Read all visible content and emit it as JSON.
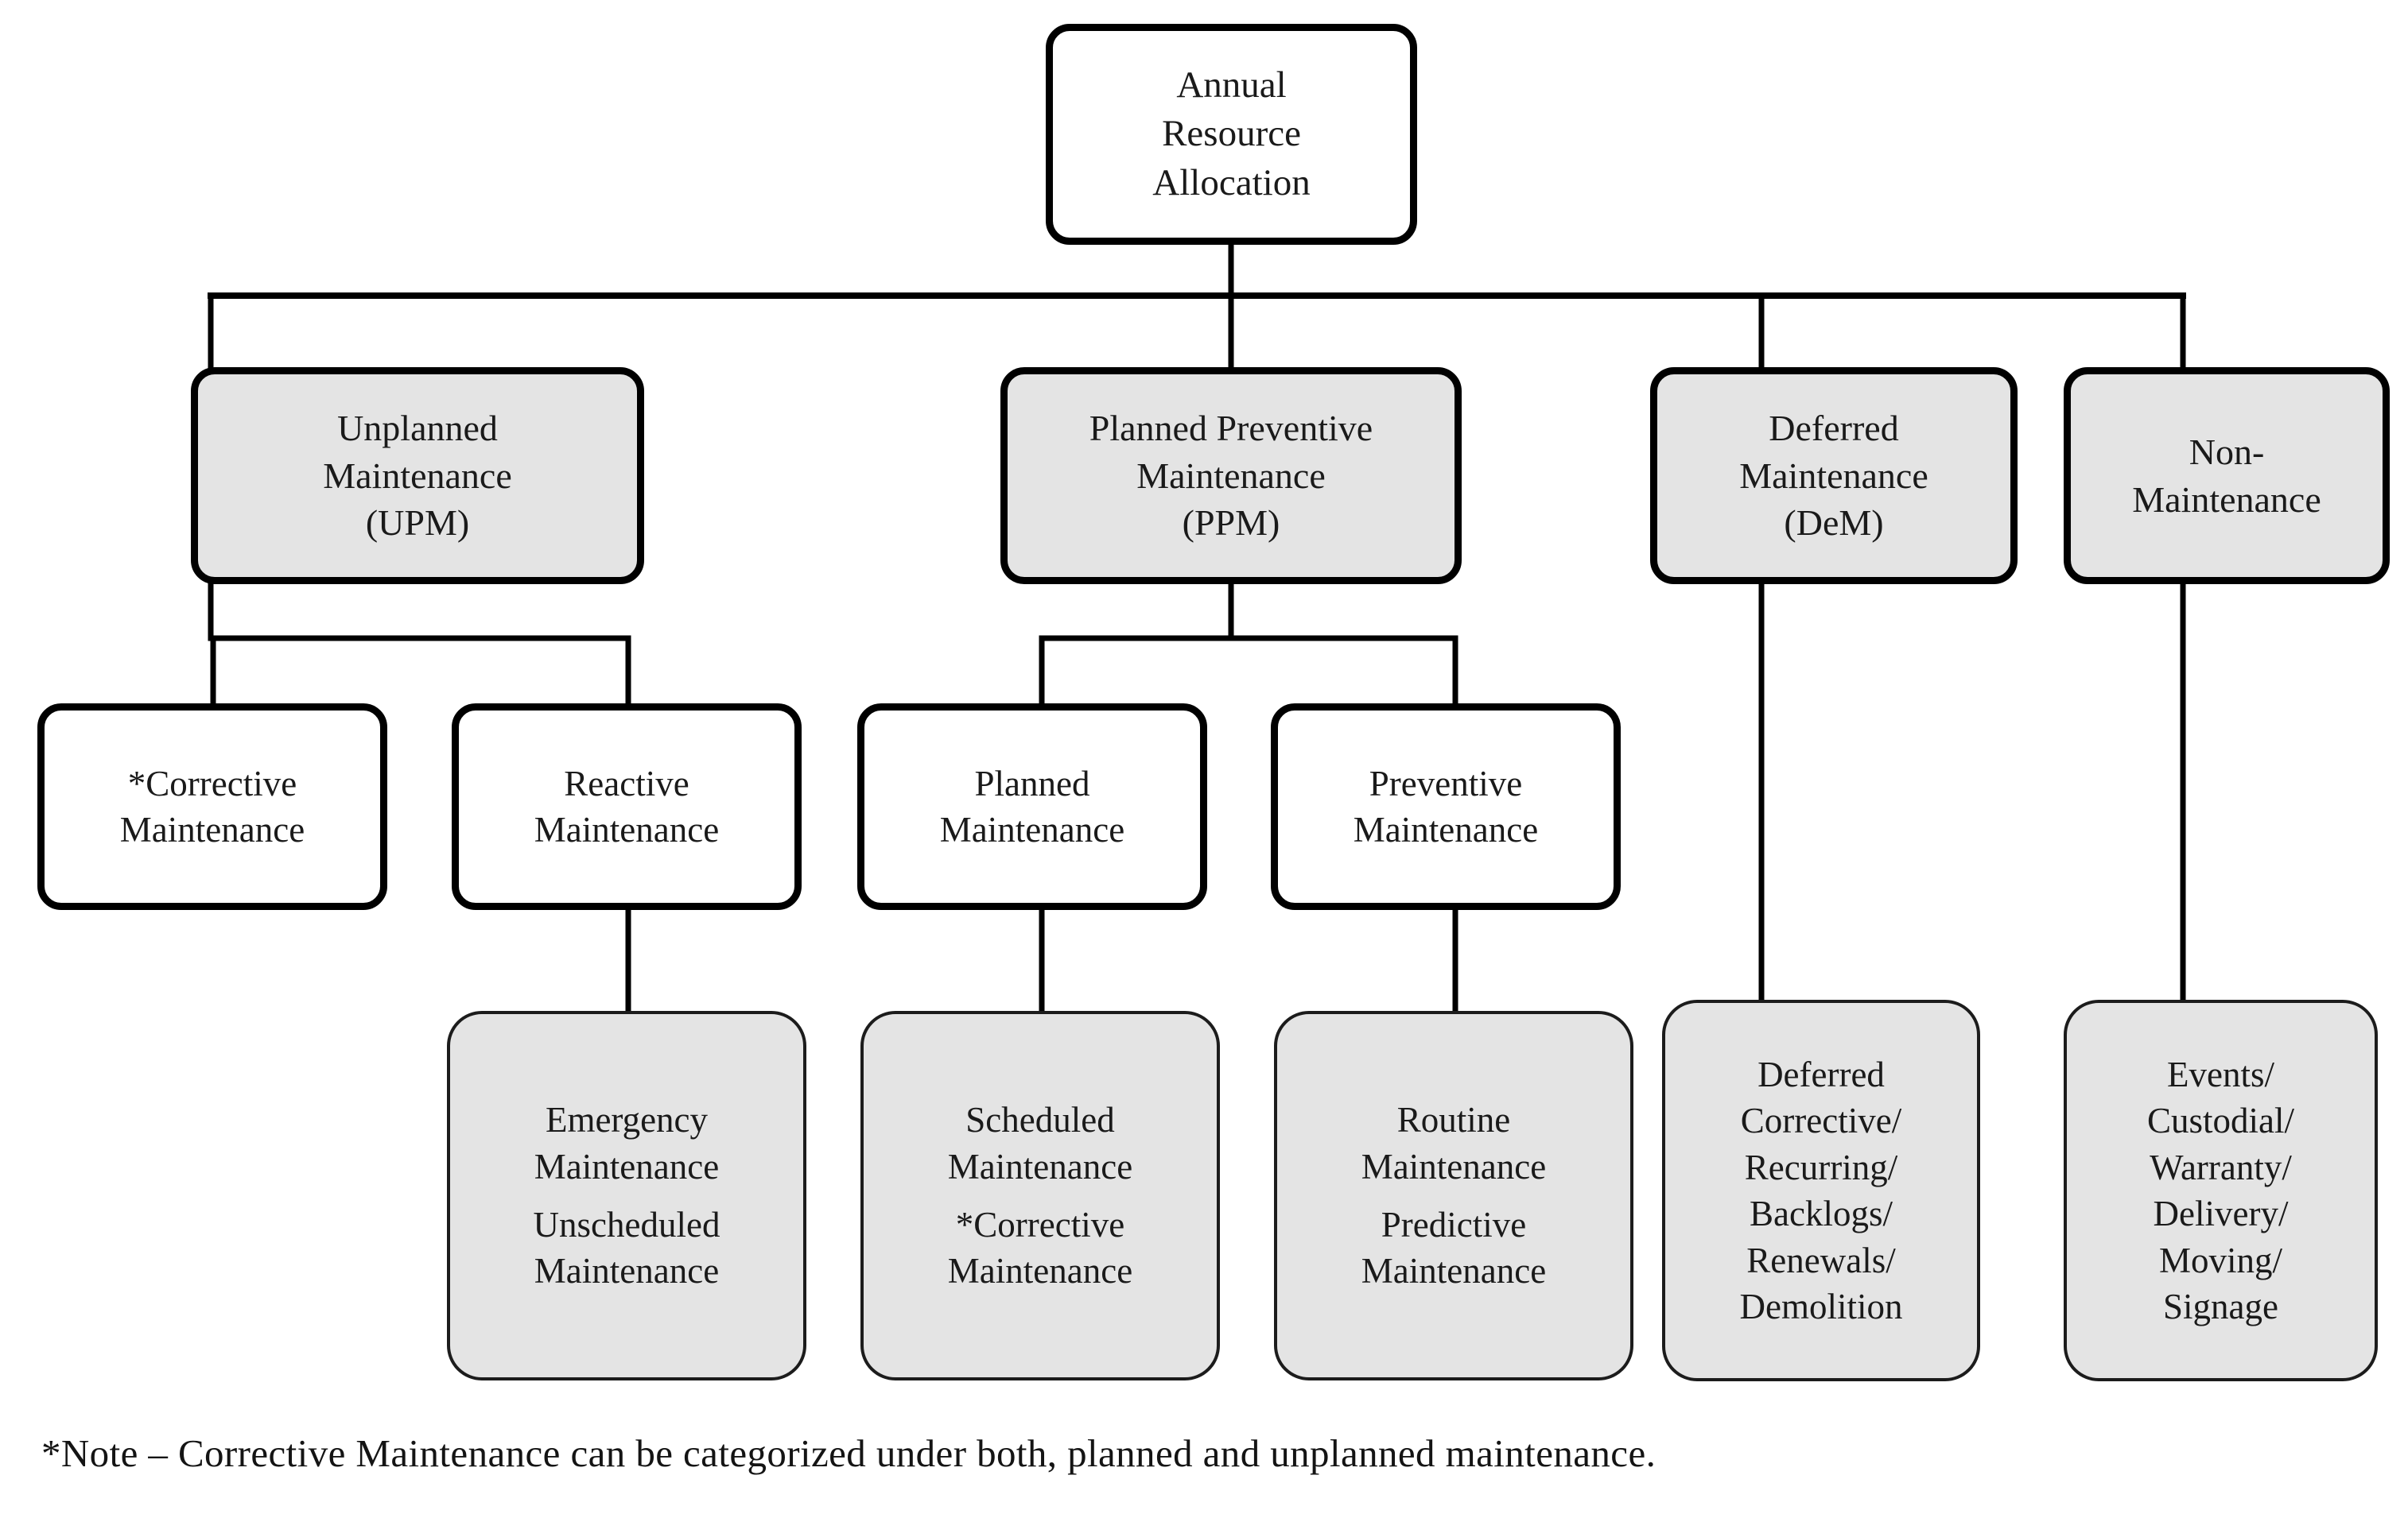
{
  "diagram": {
    "title_node": {
      "id": "annual-resource-allocation",
      "lines": [
        "Annual",
        "Resource",
        "Allocation"
      ],
      "fill": "#ffffff"
    },
    "colors": {
      "node_fill_white": "#ffffff",
      "node_fill_gray": "#e4e4e4",
      "border": "#000000",
      "text": "#1a1a1a",
      "background": "#ffffff"
    },
    "level2": [
      {
        "id": "unplanned-maintenance",
        "lines": [
          "Unplanned",
          "Maintenance",
          "(UPM)"
        ],
        "fill": "#e4e4e4"
      },
      {
        "id": "planned-preventive-maintenance",
        "lines": [
          "Planned Preventive",
          "Maintenance",
          "(PPM)"
        ],
        "fill": "#e4e4e4"
      },
      {
        "id": "deferred-maintenance",
        "lines": [
          "Deferred",
          "Maintenance",
          "(DeM)"
        ],
        "fill": "#e4e4e4"
      },
      {
        "id": "non-maintenance",
        "lines": [
          "Non-",
          "Maintenance"
        ],
        "fill": "#e4e4e4"
      }
    ],
    "level3": [
      {
        "id": "corrective-maintenance",
        "lines": [
          "*Corrective",
          "Maintenance"
        ],
        "fill": "#ffffff"
      },
      {
        "id": "reactive-maintenance",
        "lines": [
          "Reactive",
          "Maintenance"
        ],
        "fill": "#ffffff"
      },
      {
        "id": "planned-maintenance",
        "lines": [
          "Planned",
          "Maintenance"
        ],
        "fill": "#ffffff"
      },
      {
        "id": "preventive-maintenance",
        "lines": [
          "Preventive",
          "Maintenance"
        ],
        "fill": "#ffffff"
      }
    ],
    "level4": [
      {
        "id": "reactive-details",
        "groups": [
          [
            "Emergency",
            "Maintenance"
          ],
          [
            "Unscheduled",
            "Maintenance"
          ]
        ],
        "fill": "#e4e4e4"
      },
      {
        "id": "planned-details",
        "groups": [
          [
            "Scheduled",
            "Maintenance"
          ],
          [
            "*Corrective",
            "Maintenance"
          ]
        ],
        "fill": "#e4e4e4"
      },
      {
        "id": "preventive-details",
        "groups": [
          [
            "Routine",
            "Maintenance"
          ],
          [
            "Predictive",
            "Maintenance"
          ]
        ],
        "fill": "#e4e4e4"
      },
      {
        "id": "deferred-details",
        "groups": [
          [
            "Deferred",
            "Corrective/",
            "Recurring/",
            "Backlogs/",
            "Renewals/",
            "Demolition"
          ]
        ],
        "fill": "#e4e4e4"
      },
      {
        "id": "non-maintenance-details",
        "groups": [
          [
            "Events/",
            "Custodial/",
            "Warranty/",
            "Delivery/",
            "Moving/",
            "Signage"
          ]
        ],
        "fill": "#e4e4e4"
      }
    ],
    "footnote": "*Note – Corrective Maintenance  can be categorized  under  both,  planned  and  unplanned  maintenance."
  }
}
